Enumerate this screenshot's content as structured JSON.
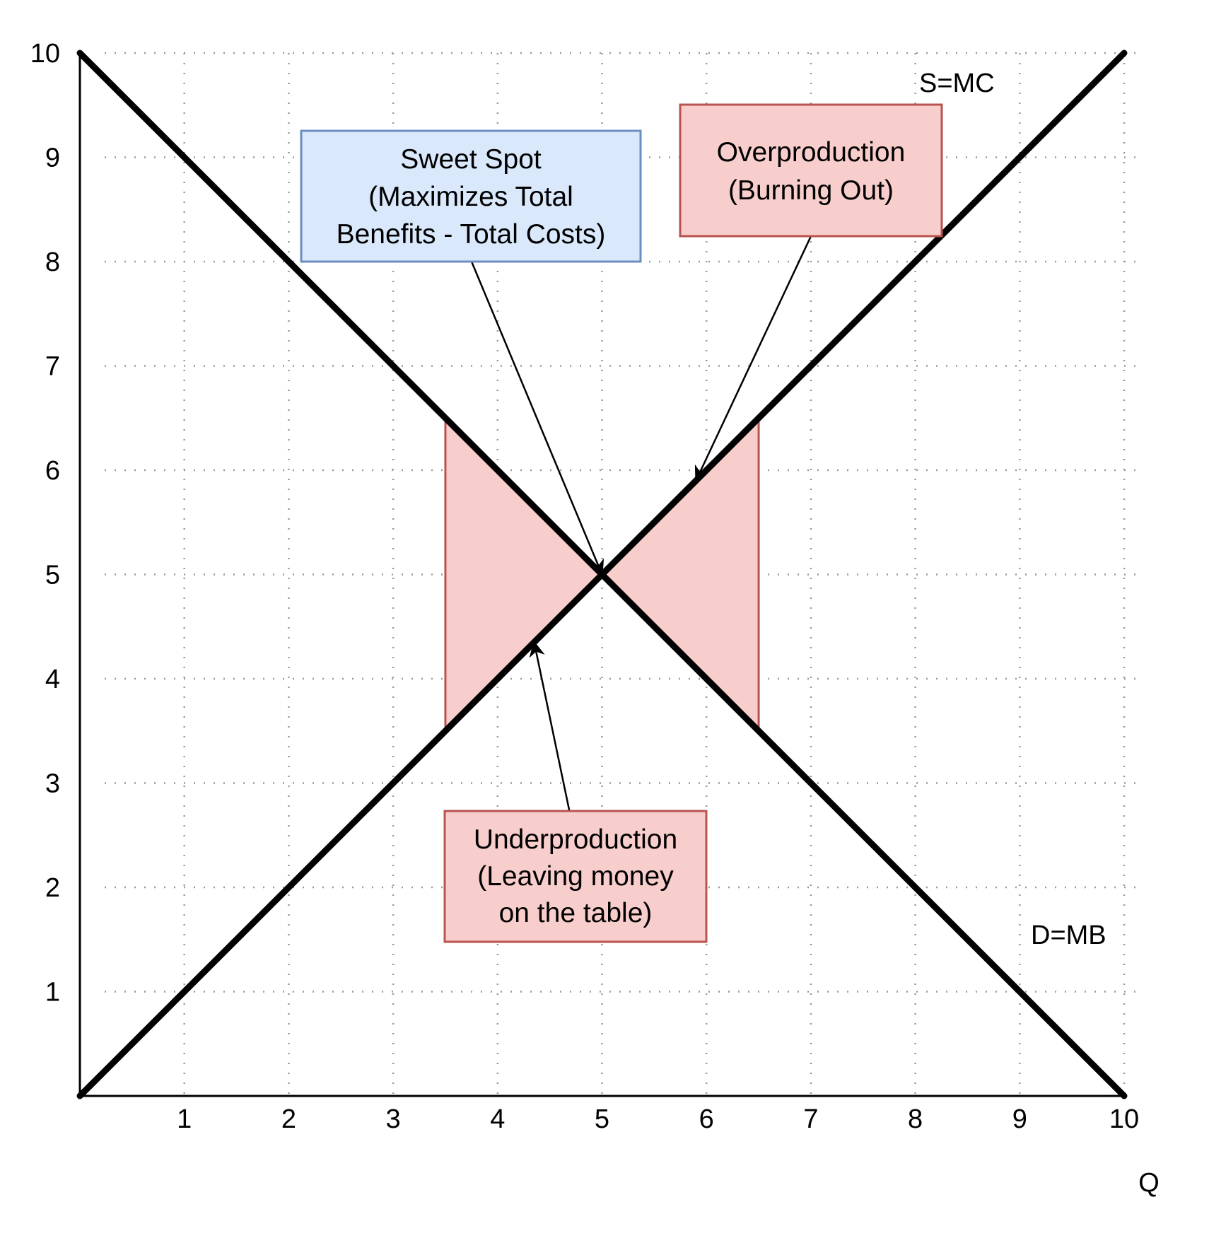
{
  "chart_data": {
    "type": "line",
    "x_ticks": [
      "1",
      "2",
      "3",
      "4",
      "5",
      "6",
      "7",
      "8",
      "9",
      "10"
    ],
    "y_ticks": [
      "1",
      "2",
      "3",
      "4",
      "5",
      "6",
      "7",
      "8",
      "9",
      "10"
    ],
    "xlabel": "Q",
    "ylabel": "",
    "xlim": [
      0,
      10
    ],
    "ylim": [
      0,
      10
    ],
    "grid": true,
    "series": [
      {
        "name": "S=MC",
        "x": [
          0,
          10
        ],
        "y": [
          0,
          10
        ]
      },
      {
        "name": "D=MB",
        "x": [
          0,
          10
        ],
        "y": [
          10,
          0
        ]
      }
    ],
    "equilibrium": {
      "x": 5,
      "y": 5
    },
    "shaded_regions": [
      {
        "x_from": 3.5,
        "x_to": 5,
        "color": "#f8cecc"
      },
      {
        "x_from": 5,
        "x_to": 6.5,
        "color": "#f8cecc"
      }
    ],
    "annotations": [
      {
        "id": "sweet-spot",
        "lines": [
          "Sweet Spot",
          "(Maximizes Total",
          "Benefits - Total Costs)"
        ],
        "fill": "#dae8fc",
        "stroke": "#6c8ebf",
        "arrow_to": {
          "x": 5,
          "y": 5
        }
      },
      {
        "id": "overproduction",
        "lines": [
          "Overproduction",
          "(Burning Out)"
        ],
        "fill": "#f8cecc",
        "stroke": "#b85450",
        "arrow_to": {
          "x": 5.9,
          "y": 5.9
        }
      },
      {
        "id": "underproduction",
        "lines": [
          "Underproduction",
          "(Leaving money",
          "on the table)"
        ],
        "fill": "#f8cecc",
        "stroke": "#b85450",
        "arrow_to": {
          "x": 4.35,
          "y": 4.35
        }
      }
    ]
  }
}
